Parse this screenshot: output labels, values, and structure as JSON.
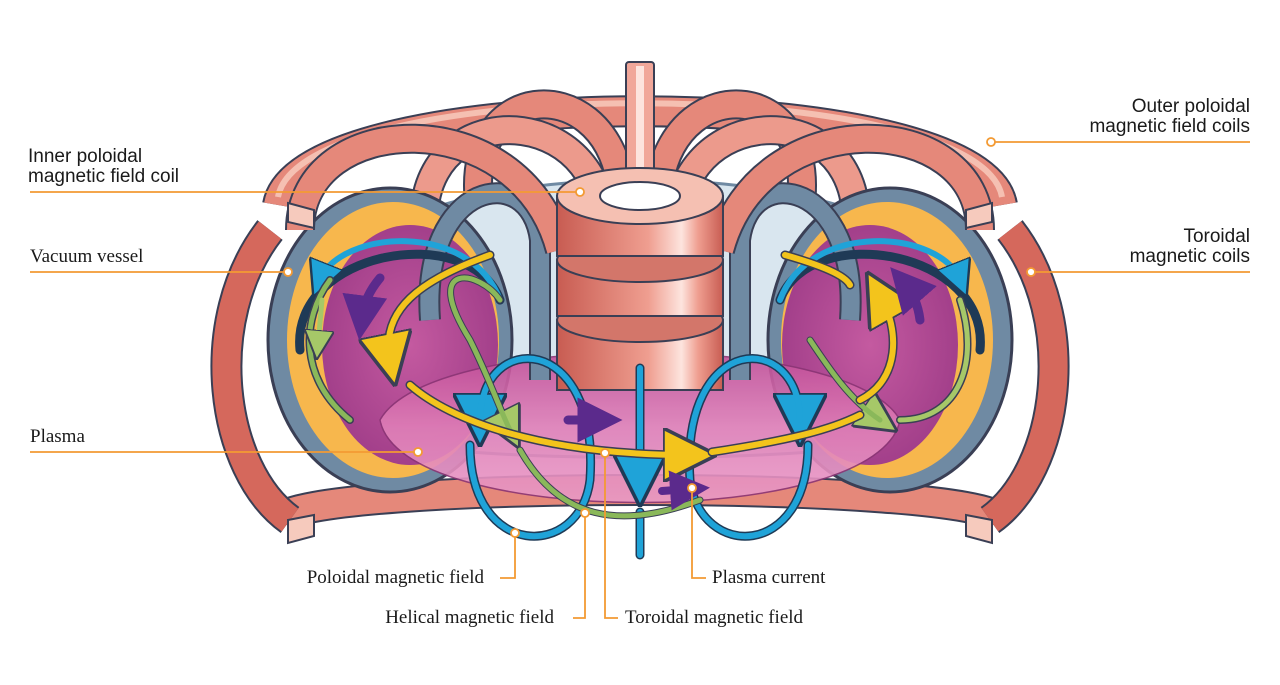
{
  "labels": {
    "inner_poloidal": {
      "line1": "Inner poloidal",
      "line2": "magnetic field coil"
    },
    "vacuum_vessel": "Vacuum vessel",
    "plasma": "Plasma",
    "outer_poloidal": {
      "line1": "Outer poloidal",
      "line2": "magnetic field coils"
    },
    "toroidal_coils": {
      "line1": "Toroidal",
      "line2": "magnetic coils"
    },
    "poloidal_field": "Poloidal magnetic field",
    "helical_field": "Helical magnetic field",
    "toroidal_field": "Toroidal magnetic field",
    "plasma_current": "Plasma current"
  },
  "colors": {
    "coil_fill": "#e5887a",
    "coil_light": "#f5c0b2",
    "coil_dark": "#c85c52",
    "outline": "#3a3f55",
    "vessel": "#6f8aa3",
    "vessel_inner": "#d9e6ef",
    "plasma_magenta": "#b5408f",
    "plasma_pink": "#ea8ec0",
    "orange_band": "#f7b74d",
    "poloidal_blue": "#1fa3d8",
    "toroidal_yellow": "#f3c41c",
    "helical_green": "#8ab85a",
    "current_purple": "#5b2a8c",
    "leader_orange": "#f39a33"
  }
}
